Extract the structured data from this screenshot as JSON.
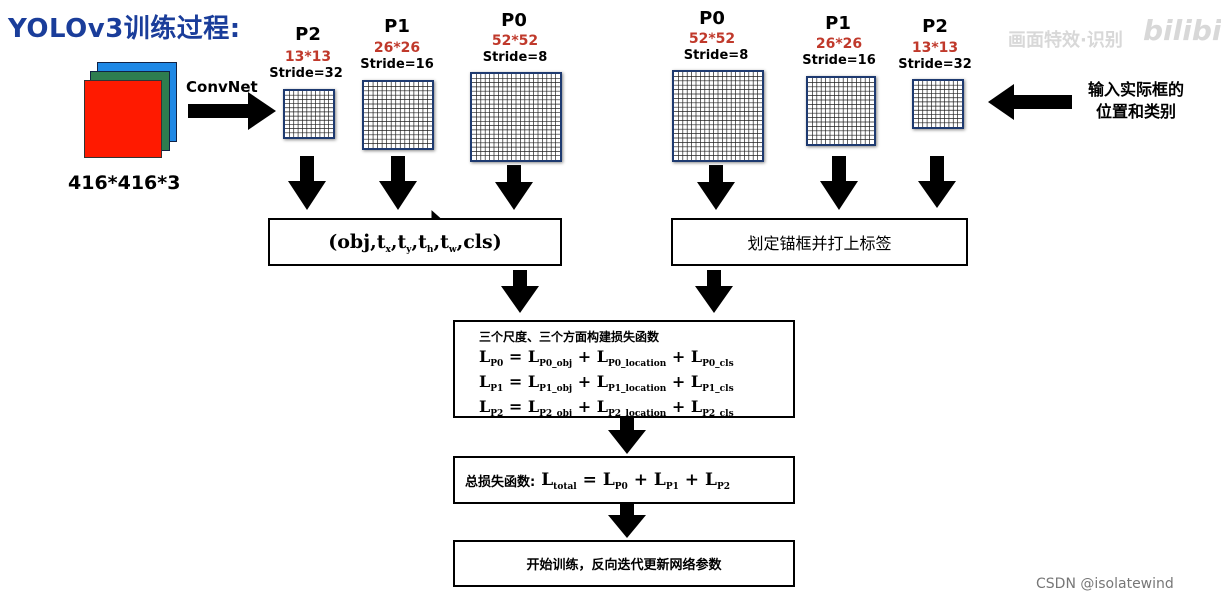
{
  "title": "YOLOv3训练过程:",
  "input": {
    "size_label": "416*416*3",
    "arrow_label": "ConvNet"
  },
  "left_scales": [
    {
      "name": "P2",
      "size": "13*13",
      "stride": "Stride=32"
    },
    {
      "name": "P1",
      "size": "26*26",
      "stride": "Stride=16"
    },
    {
      "name": "P0",
      "size": "52*52",
      "stride": "Stride=8"
    }
  ],
  "right_scales": [
    {
      "name": "P0",
      "size": "52*52",
      "stride": "Stride=8"
    },
    {
      "name": "P1",
      "size": "26*26",
      "stride": "Stride=16"
    },
    {
      "name": "P2",
      "size": "13*13",
      "stride": "Stride=32"
    }
  ],
  "right_input": {
    "line1": "输入实际框的",
    "line2": "位置和类别"
  },
  "left_box": {
    "open": "(obj,",
    "t": "t",
    "sx": "x",
    "sy": "y",
    "sh": "h",
    "sw": "w",
    "close": "cls)"
  },
  "right_box": {
    "text": "划定锚框并打上标签"
  },
  "loss_box": {
    "header": "三个尺度、三个方面构建损失函数",
    "lines": [
      {
        "lhs": "P0",
        "obj": "P0_obj",
        "loc": "P0_location",
        "cls": "P0_cls"
      },
      {
        "lhs": "P1",
        "obj": "P1_obj",
        "loc": "P1_location",
        "cls": "P1_cls"
      },
      {
        "lhs": "P2",
        "obj": "P2_obj",
        "loc": "P2_location",
        "cls": "P2_cls"
      }
    ]
  },
  "total_box": {
    "label": "总损失函数:",
    "L": "L",
    "total": "total",
    "p0": "P0",
    "p1": "P1",
    "p2": "P2"
  },
  "train_box": {
    "text": "开始训练，反向迭代更新网络参数"
  },
  "watermarks": {
    "video": "画面特效·识别",
    "site": "bilibili",
    "csdn": "CSDN @isolatewind"
  },
  "colors": {
    "title": "#1a3d9a",
    "red": "#c0392b",
    "grid_border": "#1e3a70",
    "feature_red": "#ff1a00",
    "feature_green": "#2e7d4f",
    "feature_blue": "#1e88e5"
  }
}
